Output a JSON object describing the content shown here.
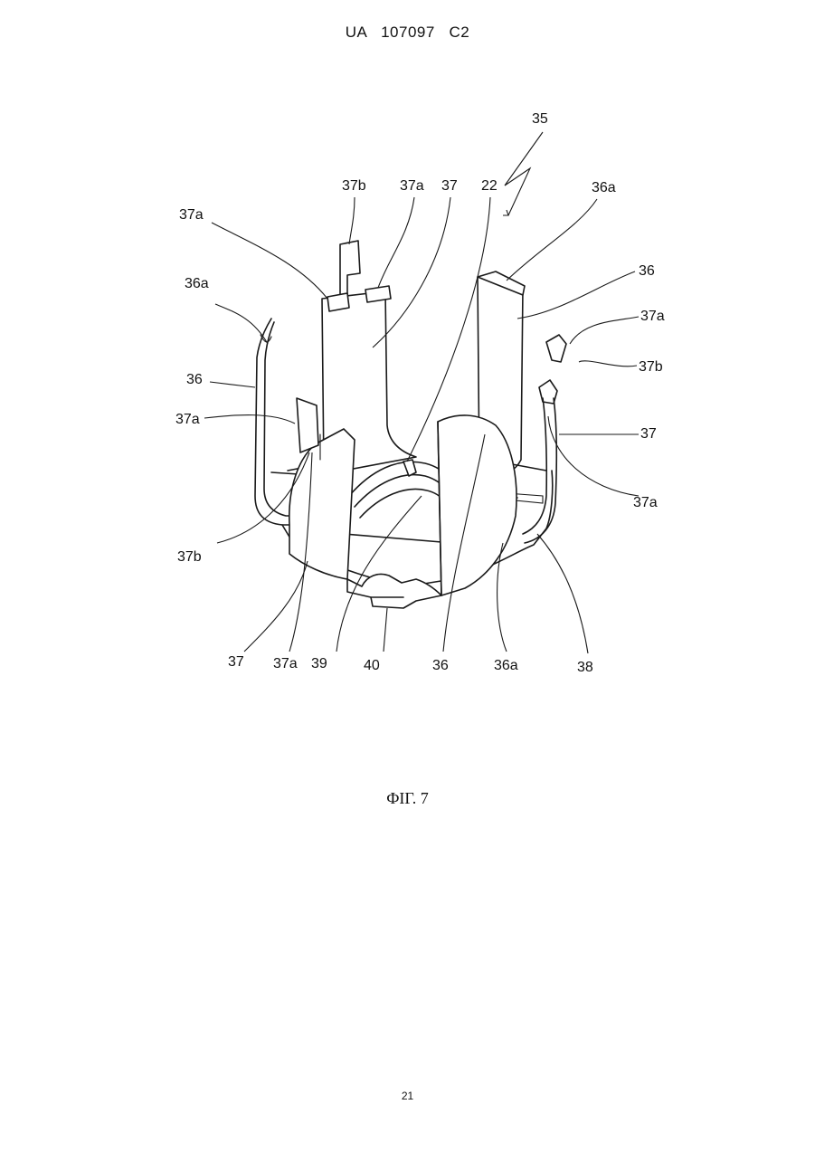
{
  "header": {
    "text": "UA   107097   C2"
  },
  "figure": {
    "reference_labels": {
      "r35": "35",
      "r37b_top": "37b",
      "r37a_top": "37a",
      "r37_top": "37",
      "r22": "22",
      "r36a_top_right": "36a",
      "r37a_top_left": "37a",
      "r36a_left": "36a",
      "r36_left": "36",
      "r37a_left": "37a",
      "r37b_left": "37b",
      "r36_right": "36",
      "r37a_right_top": "37a",
      "r37b_right": "37b",
      "r37_right": "37",
      "r37a_right_bottom": "37a",
      "r37_bottom": "37",
      "r37a_bottom": "37a",
      "r39": "39",
      "r40": "40",
      "r36_bottom": "36",
      "r36a_bottom": "36a",
      "r38": "38"
    }
  },
  "caption": "ФІГ. 7",
  "page_number": "21"
}
